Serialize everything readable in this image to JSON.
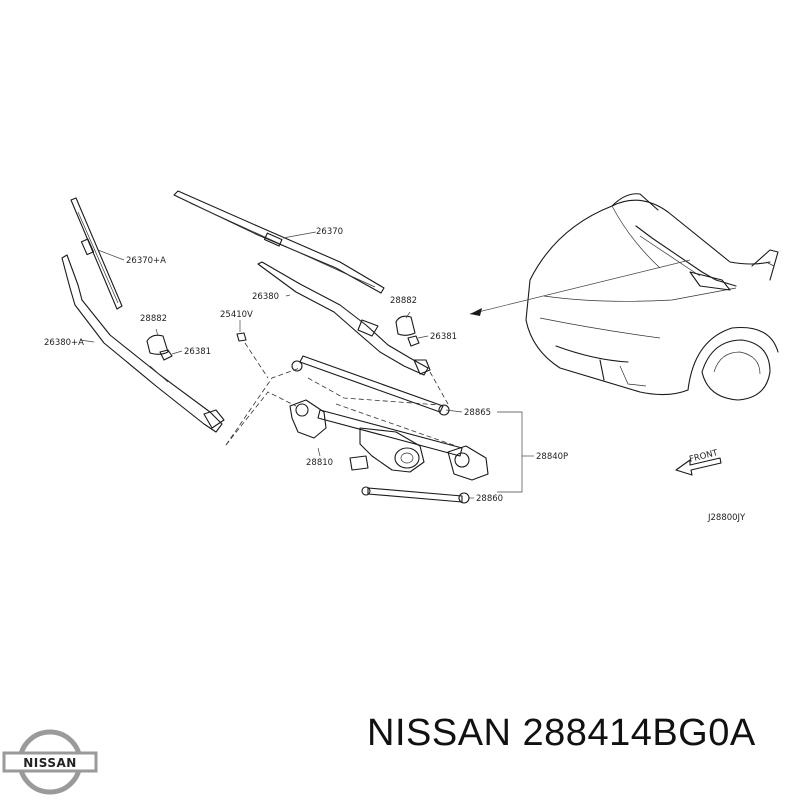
{
  "labels": {
    "p26370": "26370",
    "p26370a": "26370+A",
    "p26380": "26380",
    "p26380a": "26380+A",
    "p28882_left": "28882",
    "p28882_right": "28882",
    "p26381_left": "26381",
    "p26381_right": "26381",
    "p25410v": "25410V",
    "p28865": "28865",
    "p28810": "28810",
    "p28840p": "28840P",
    "p28860": "28860",
    "front": "FRONT",
    "ref_code": "J28800JY"
  },
  "footer": {
    "title": "NISSAN 288414BG0A"
  },
  "logo": {
    "text": "NISSAN"
  },
  "colors": {
    "line": "#1a1a1a",
    "logo_silver": "#9a9a9a",
    "logo_text": "#222222"
  }
}
